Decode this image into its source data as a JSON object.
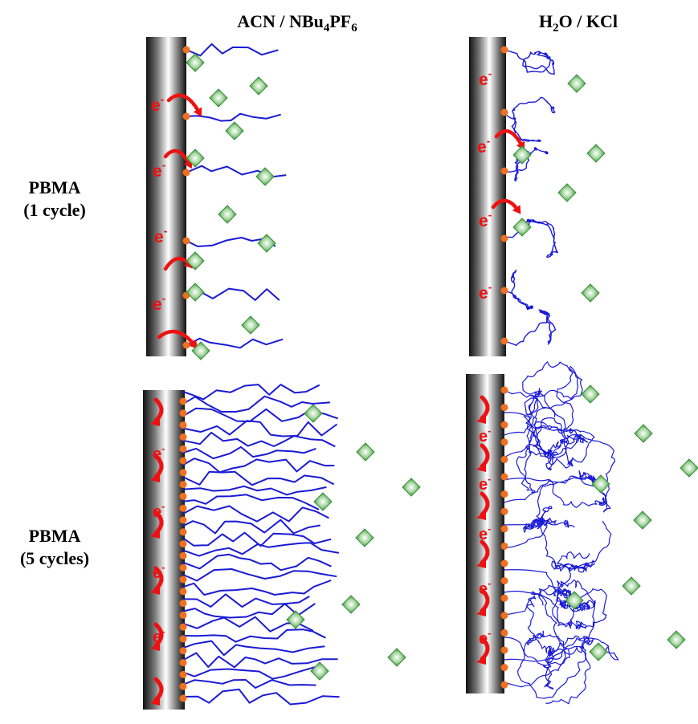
{
  "columns": {
    "left": {
      "prefix": "ACN / NBu",
      "sub1": "4",
      "mid": "PF",
      "sub2": "6"
    },
    "right": {
      "prefix": "H",
      "sub1": "2",
      "suffix": "O / KCl"
    }
  },
  "rows": {
    "top": {
      "line1": "PBMA",
      "line2": "(1 cycle)"
    },
    "bottom": {
      "line1": "PBMA",
      "line2": "(5 cycles)"
    }
  },
  "electron_label": "e",
  "electron_sup": "-",
  "colors": {
    "chain": "#1a1ad6",
    "arrow": "#ee1111",
    "dot": "#f07020",
    "electron_text": "#ee1111",
    "ion_dark": "#3f9a3f",
    "ion_light": "#ffffff",
    "electrode_dark": "#111111",
    "electrode_light": "#ffffff"
  }
}
